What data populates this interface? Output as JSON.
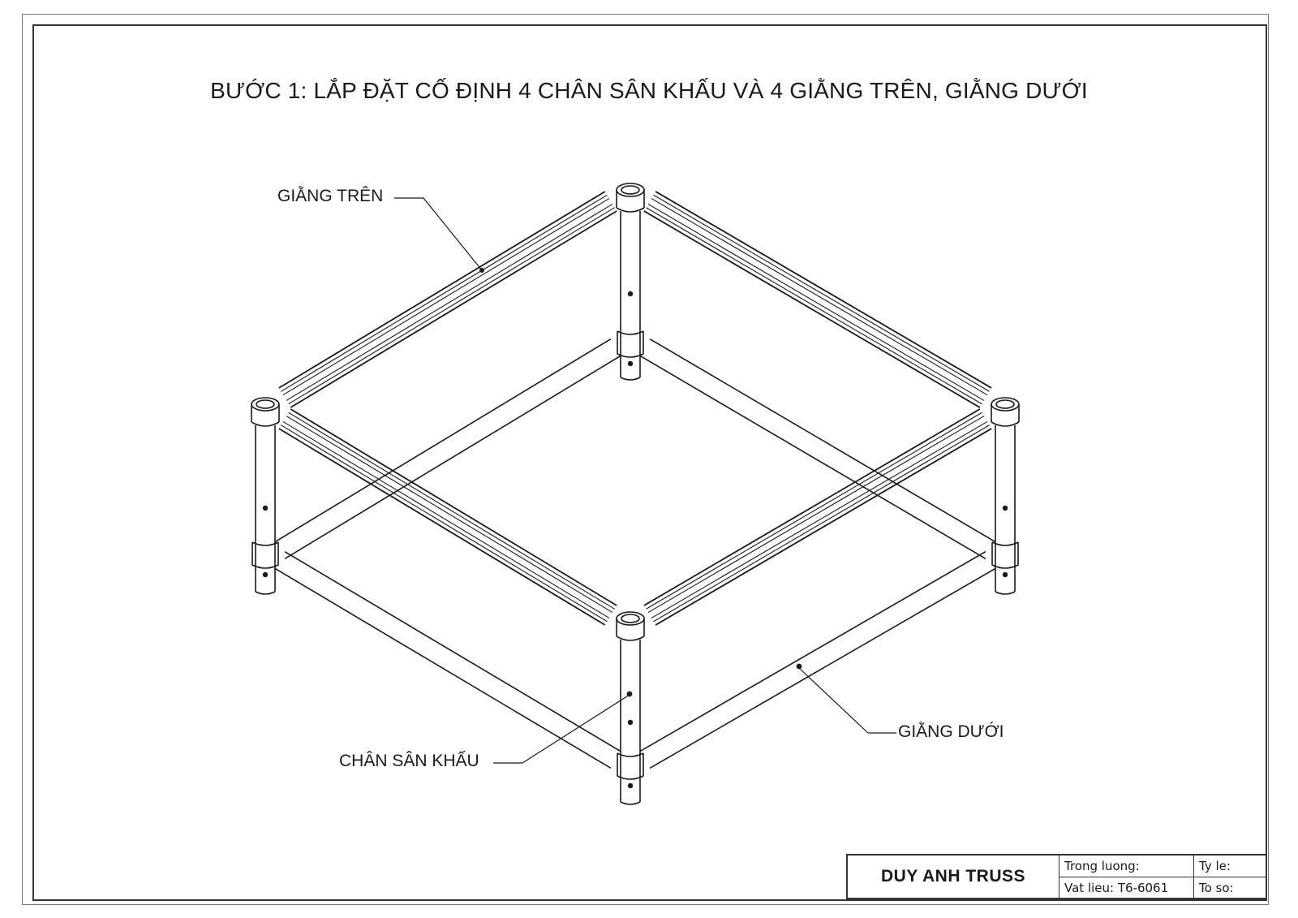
{
  "title": "BƯỚC 1: LẮP ĐẶT CỐ ĐỊNH 4 CHÂN SÂN KHẤU VÀ 4 GIẰNG TRÊN, GIẰNG DƯỚI",
  "callouts": {
    "top_brace": "GIẰNG TRÊN",
    "stage_leg": "CHÂN SÂN KHẤU",
    "bottom_brace": "GIẰNG DƯỚI"
  },
  "title_block": {
    "company": "DUY ANH TRUSS",
    "weight_label": "Trong luong:",
    "material_label": "Vat lieu: T6-6061",
    "scale_label": "Ty le:",
    "sheet_label": "To so:"
  },
  "colors": {
    "line": "#1a1a1a",
    "paper": "#ffffff"
  }
}
